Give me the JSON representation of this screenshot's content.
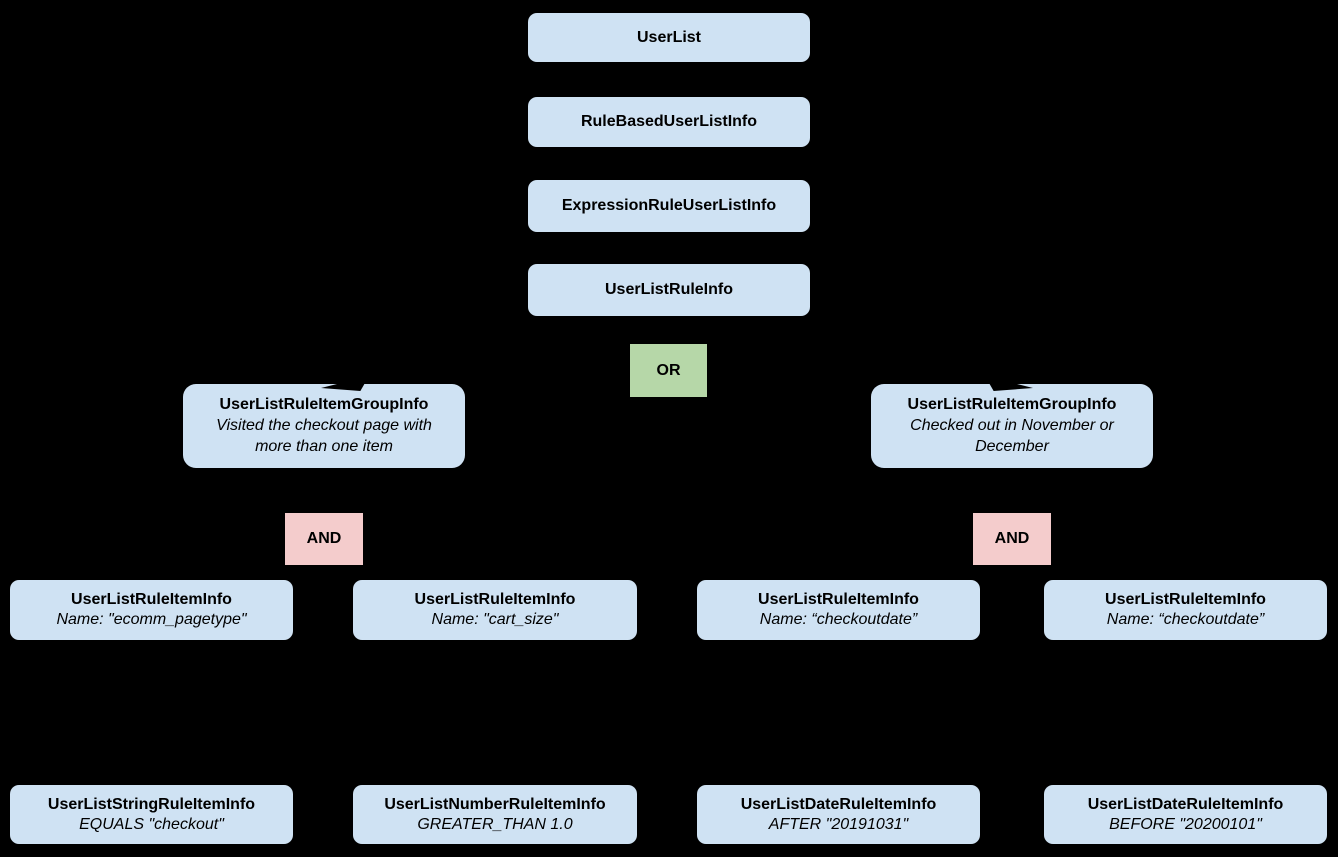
{
  "colors": {
    "background": "#000000",
    "node-fill": "#cfe2f3",
    "or-fill": "#b6d7a8",
    "and-fill": "#f4cccc",
    "text": "#000000"
  },
  "nodes": {
    "userlist": {
      "title": "UserList"
    },
    "rule_based": {
      "title": "RuleBasedUserListInfo"
    },
    "expression_rule": {
      "title": "ExpressionRuleUserListInfo"
    },
    "userlist_rule": {
      "title": "UserListRuleInfo"
    },
    "or_operator": {
      "label": "OR"
    },
    "group_left": {
      "title": "UserListRuleItemGroupInfo",
      "description": "Visited the checkout page with more than one item"
    },
    "group_right": {
      "title": "UserListRuleItemGroupInfo",
      "description": "Checked out in November or December"
    },
    "and_left": {
      "label": "AND"
    },
    "and_right": {
      "label": "AND"
    },
    "item_1": {
      "title": "UserListRuleItemInfo",
      "subtitle": "Name: \"ecomm_pagetype\""
    },
    "item_2": {
      "title": "UserListRuleItemInfo",
      "subtitle": "Name: \"cart_size\""
    },
    "item_3": {
      "title": "UserListRuleItemInfo",
      "subtitle": "Name: “checkoutdate”"
    },
    "item_4": {
      "title": "UserListRuleItemInfo",
      "subtitle": "Name: “checkoutdate”"
    },
    "leaf_1": {
      "title": "UserListStringRuleItemInfo",
      "subtitle": "EQUALS \"checkout\""
    },
    "leaf_2": {
      "title": "UserListNumberRuleItemInfo",
      "subtitle": "GREATER_THAN 1.0"
    },
    "leaf_3": {
      "title": "UserListDateRuleItemInfo",
      "subtitle": "AFTER \"20191031\""
    },
    "leaf_4": {
      "title": "UserListDateRuleItemInfo",
      "subtitle": "BEFORE \"20200101\""
    }
  }
}
